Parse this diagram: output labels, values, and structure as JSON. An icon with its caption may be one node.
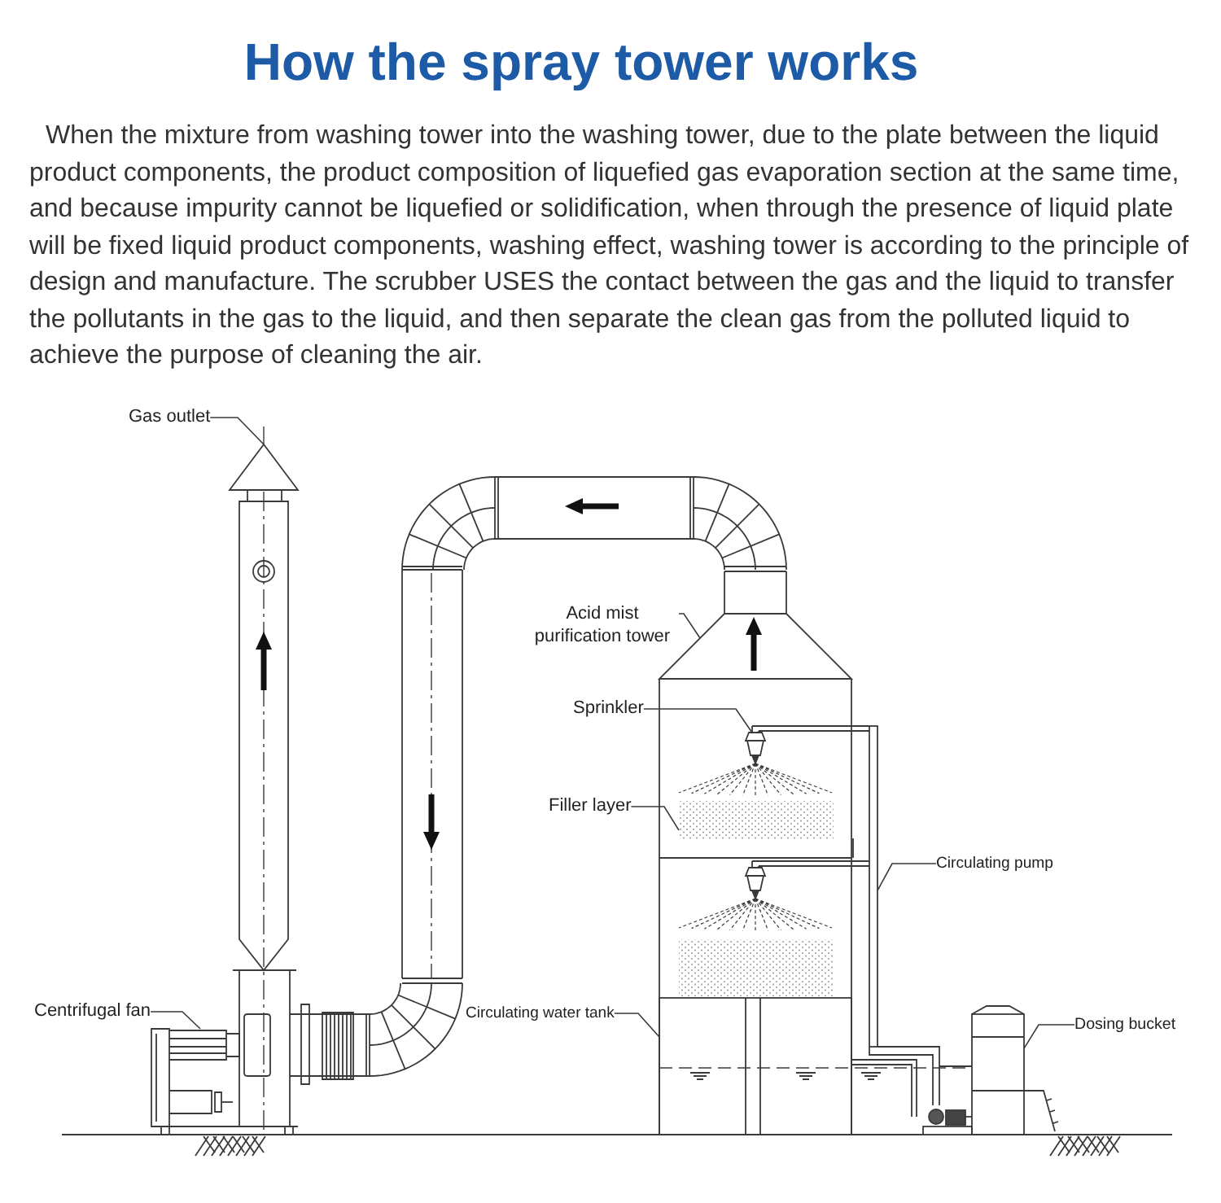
{
  "diagram": {
    "title": "How the spray tower works",
    "nodes": [
      {
        "text": [
          "Gas outlet"
        ]
      },
      {
        "text": [],
        "shape": "triangle"
      },
      {
        "text": [
          "Acid mist purification tower"
        ]
      },
      {
        "text": [],
        "shape": "picture"
      },
      {
        "text": [
          "Sprinkler"
        ]
      },
      {
        "text": [],
        "shape": "picture",
        "in": 3
      },
      {
        "text": [
          "Filler layer"
        ]
      },
      {
        "text": [],
        "shape": "box",
        "in": 3
      },
      {
        "text": [
          "Circulating pump"
        ]
      },
      {
        "text": [],
        "shape": "bar"
      },
      {
        "text": [
          "Centrifugal fan"
        ]
      },
      {
        "text": [],
        "shape": "picture"
      },
      {
        "text": [
          "Circulating water tank"
        ]
      },
      {
        "text": [],
        "shape": "box",
        "in": 3
      },
      {
        "text": [
          "Dosing bucket"
        ]
      },
      {
        "text": [],
        "shape": "cylinder"
      }
    ],
    "edges": [
      {
        "from": 0,
        "to": 1,
        "arrow": "none"
      },
      {
        "from": 2,
        "to": 3,
        "arrow": "none"
      },
      {
        "from": 4,
        "to": 5,
        "arrow": "none"
      },
      {
        "from": 6,
        "to": 7,
        "arrow": "none"
      },
      {
        "from": 8,
        "to": 9,
        "arrow": "none"
      },
      {
        "from": 10,
        "to": 11,
        "arrow": "none"
      },
      {
        "from": 12,
        "to": 13,
        "arrow": "none"
      },
      {
        "from": 14,
        "to": 15,
        "arrow": "none"
      }
    ],
    "labels": [
      "When the mixture from washing tower into the washing tower, due to the plate between the liquid product components, the product composition of liquefied gas evaporation section at the same time, and because impurity cannot be liquefied or solidification, when through the presence of liquid plate will be fixed liquid product components, washing effect, washing tower is according to the principle of design and manufacture. The scrubber USES the contact between the gas and the liquid to transfer the pollutants in the gas to the liquid, and then separate the clean gas from the polluted liquid to achieve the purpose of cleaning the air."
    ]
  }
}
